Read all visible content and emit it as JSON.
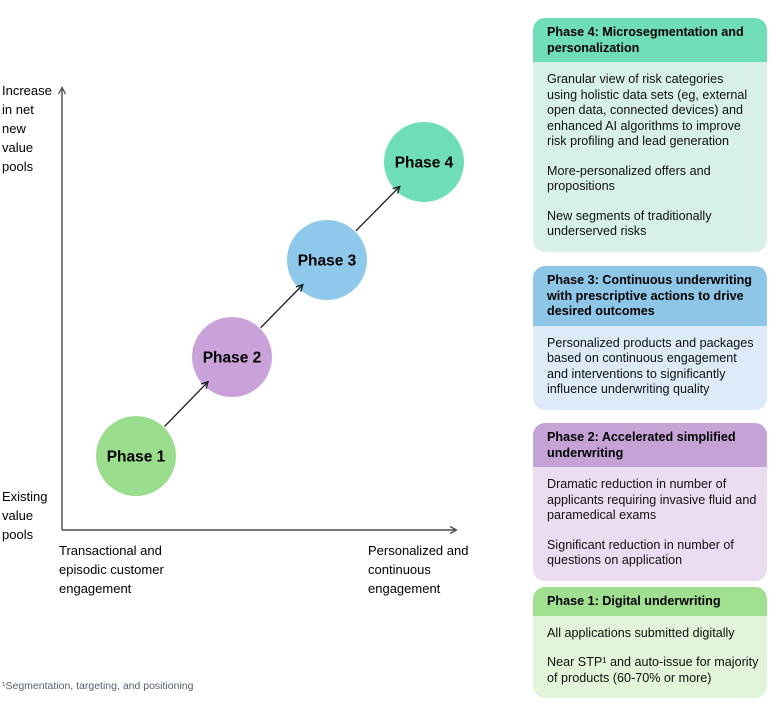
{
  "chart": {
    "y_axis_top_label": "Increase\nin net\nnew\nvalue\npools",
    "y_axis_bottom_label": "Existing\nvalue\npools",
    "x_axis_left_label": "Transactional and\nepisodic customer\nengagement",
    "x_axis_right_label": "Personalized and\ncontinuous\nengagement",
    "axis_color": "#4c4c4c",
    "arrow_color": "#1a1a1a",
    "phases": [
      {
        "label": "Phase 1",
        "color": "#99dd8d"
      },
      {
        "label": "Phase 2",
        "color": "#c9a2d9"
      },
      {
        "label": "Phase 3",
        "color": "#8ec8ea"
      },
      {
        "label": "Phase 4",
        "color": "#6eddb8"
      }
    ]
  },
  "cards": [
    {
      "title": "Phase 4: Microsegmentation and\npersonalization",
      "header_color": "#6eddb8",
      "body_color": "#d8f1e8",
      "paragraphs": [
        "Granular view of risk categories\nusing holistic data sets (eg, external\nopen data, connected devices) and\nenhanced AI algorithms to improve\nrisk profiling and lead generation",
        "More-personalized offers and\npropositions",
        "New segments of traditionally\nunderserved risks"
      ]
    },
    {
      "title": "Phase 3: Continuous underwriting\nwith prescriptive actions to drive\ndesired outcomes",
      "header_color": "#8ec6e8",
      "body_color": "#dcebf7",
      "paragraphs": [
        "Personalized products and packages\nbased on continuous engagement\nand interventions to significantly\ninfluence underwriting quality"
      ]
    },
    {
      "title": "Phase 2: Accelerated simplified\nunderwriting",
      "header_color": "#c5a3d6",
      "body_color": "#ebdcf2",
      "paragraphs": [
        "Dramatic reduction in number of\napplicants requiring invasive fluid and\nparamedical exams",
        "Significant reduction in number of\nquestions on application"
      ]
    },
    {
      "title": "Phase 1: Digital underwriting",
      "header_color": "#a0de90",
      "body_color": "#e2f4da",
      "paragraphs": [
        "All applications submitted digitally",
        "Near STP¹ and auto-issue for majority\nof products (60-70% or more)"
      ]
    }
  ],
  "footnote": {
    "text": "¹Segmentation, targeting, and positioning"
  }
}
